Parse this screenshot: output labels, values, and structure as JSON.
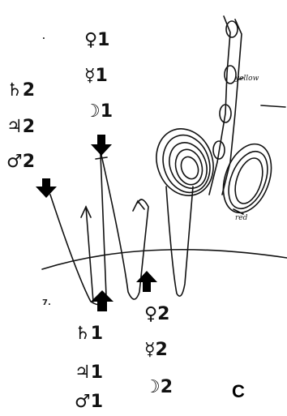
{
  "panel_label": "C",
  "annotations": {
    "yellow": "yellow",
    "red": "red"
  },
  "margin_marks": {
    "top": ".",
    "bottom": "7."
  },
  "planets_top_right": [
    {
      "symbol": "♀",
      "count": "1"
    },
    {
      "symbol": "☿",
      "count": "1"
    },
    {
      "symbol": "☽",
      "count": "1"
    }
  ],
  "planets_top_left": [
    {
      "symbol": "♄",
      "count": "2"
    },
    {
      "symbol": "♃",
      "count": "2"
    },
    {
      "symbol": "♂",
      "count": "2"
    }
  ],
  "planets_bottom_left": [
    {
      "symbol": "♄",
      "count": "1"
    },
    {
      "symbol": "♃",
      "count": "1"
    },
    {
      "symbol": "♂",
      "count": "1"
    }
  ],
  "planets_bottom_right": [
    {
      "symbol": "♀",
      "count": "2"
    },
    {
      "symbol": "☿",
      "count": "2"
    },
    {
      "symbol": "☽",
      "count": "2"
    }
  ]
}
